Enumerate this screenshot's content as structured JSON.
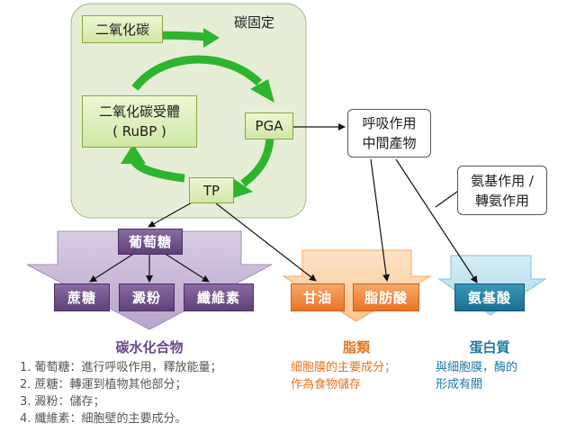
{
  "carbon_fixation": {
    "title": "碳固定",
    "co2_label": "二氧化碳",
    "acceptor_line1": "二氧化碳受體",
    "acceptor_line2": "( RuBP )",
    "pga_label": "PGA",
    "tp_label": "TP"
  },
  "intermediate": {
    "line1": "呼吸作用",
    "line2": "中間產物"
  },
  "amination": {
    "line1": "氨基作用 /",
    "line2": "轉氨作用"
  },
  "carbohydrate": {
    "head": "葡萄糖",
    "items": [
      "蔗糖",
      "澱粉",
      "纖維素"
    ],
    "title": "碳水化合物",
    "notes": [
      "1. 葡萄糖：進行呼吸作用，釋放能量；",
      "2. 蔗糖：轉運到植物其他部分；",
      "3. 澱粉：儲存；",
      "4. 纖維素：細胞壁的主要成分。"
    ]
  },
  "lipid": {
    "items": [
      "甘油",
      "脂肪酸"
    ],
    "title": "脂類",
    "notes": [
      "細胞膜的主要成分；",
      "作為食物儲存"
    ]
  },
  "protein": {
    "items": [
      "氨基酸"
    ],
    "title": "蛋白質",
    "notes": [
      "與細胞膜，酶的",
      "形成有關"
    ]
  },
  "colors": {
    "cycle_arrow": "#2db52d",
    "carbohydrate": "#6b4a8a",
    "lipid": "#e8731f",
    "protein": "#1f7aa0",
    "note_text": "#555555"
  }
}
